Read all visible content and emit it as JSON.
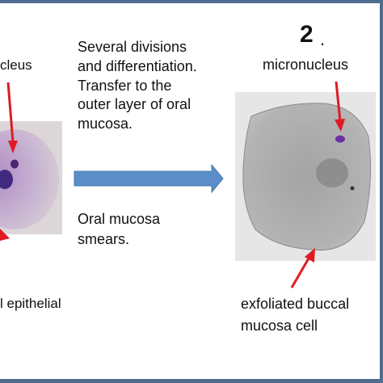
{
  "labels": {
    "left_top": "cleus",
    "left_bottom": "l epithelial",
    "step_number": "2",
    "step_dot": ".",
    "micronucleus": "micronucleus",
    "process_lines": [
      "Several divisions",
      "and differentiation.",
      "Transfer to the",
      "outer layer of oral",
      "mucosa."
    ],
    "smears_lines": [
      "Oral mucosa",
      "smears."
    ],
    "exfoliated_lines": [
      "exfoliated buccal",
      "mucosa cell"
    ]
  },
  "colors": {
    "frame": "#4f6b8f",
    "arrow_blue": "#5b8dc9",
    "pointer_red": "#e01b24",
    "micronucleus_purple": "#6b2fa0"
  },
  "icons": {
    "flow_arrow": "right-arrow",
    "pointers": "red-arrow"
  }
}
